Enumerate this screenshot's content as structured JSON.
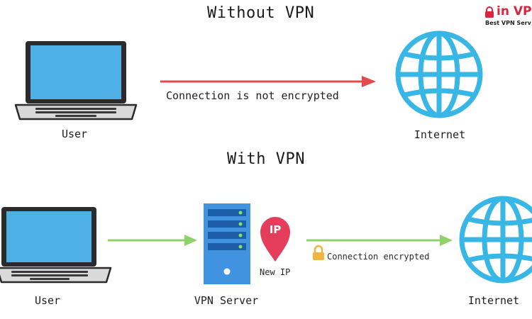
{
  "logo": {
    "text": "in VP",
    "tagline": "Best VPN Serv",
    "accent_color": "#d7263d"
  },
  "without_vpn": {
    "title": "Without VPN",
    "user_label": "User",
    "connection_label": "Connection is not encrypted",
    "internet_label": "Internet",
    "arrow_color": "#e5484d"
  },
  "with_vpn": {
    "title": "With VPN",
    "user_label": "User",
    "server_label": "VPN Server",
    "ip_pin_text": "IP",
    "ip_label": "New IP",
    "connection_label": "Connection encrypted",
    "internet_label": "Internet",
    "arrow_color": "#8fd16a",
    "lock_color": "#f2b440"
  },
  "colors": {
    "laptop_screen": "#4fb0e8",
    "laptop_frame": "#2b2b2b",
    "globe": "#38b6e6",
    "server": "#3f93e0",
    "server_led": "#7ee36a",
    "ip_pin": "#e53d5c"
  },
  "icons": [
    "laptop-icon",
    "globe-icon",
    "server-icon",
    "location-pin-icon",
    "padlock-icon",
    "logo-lock-icon"
  ]
}
